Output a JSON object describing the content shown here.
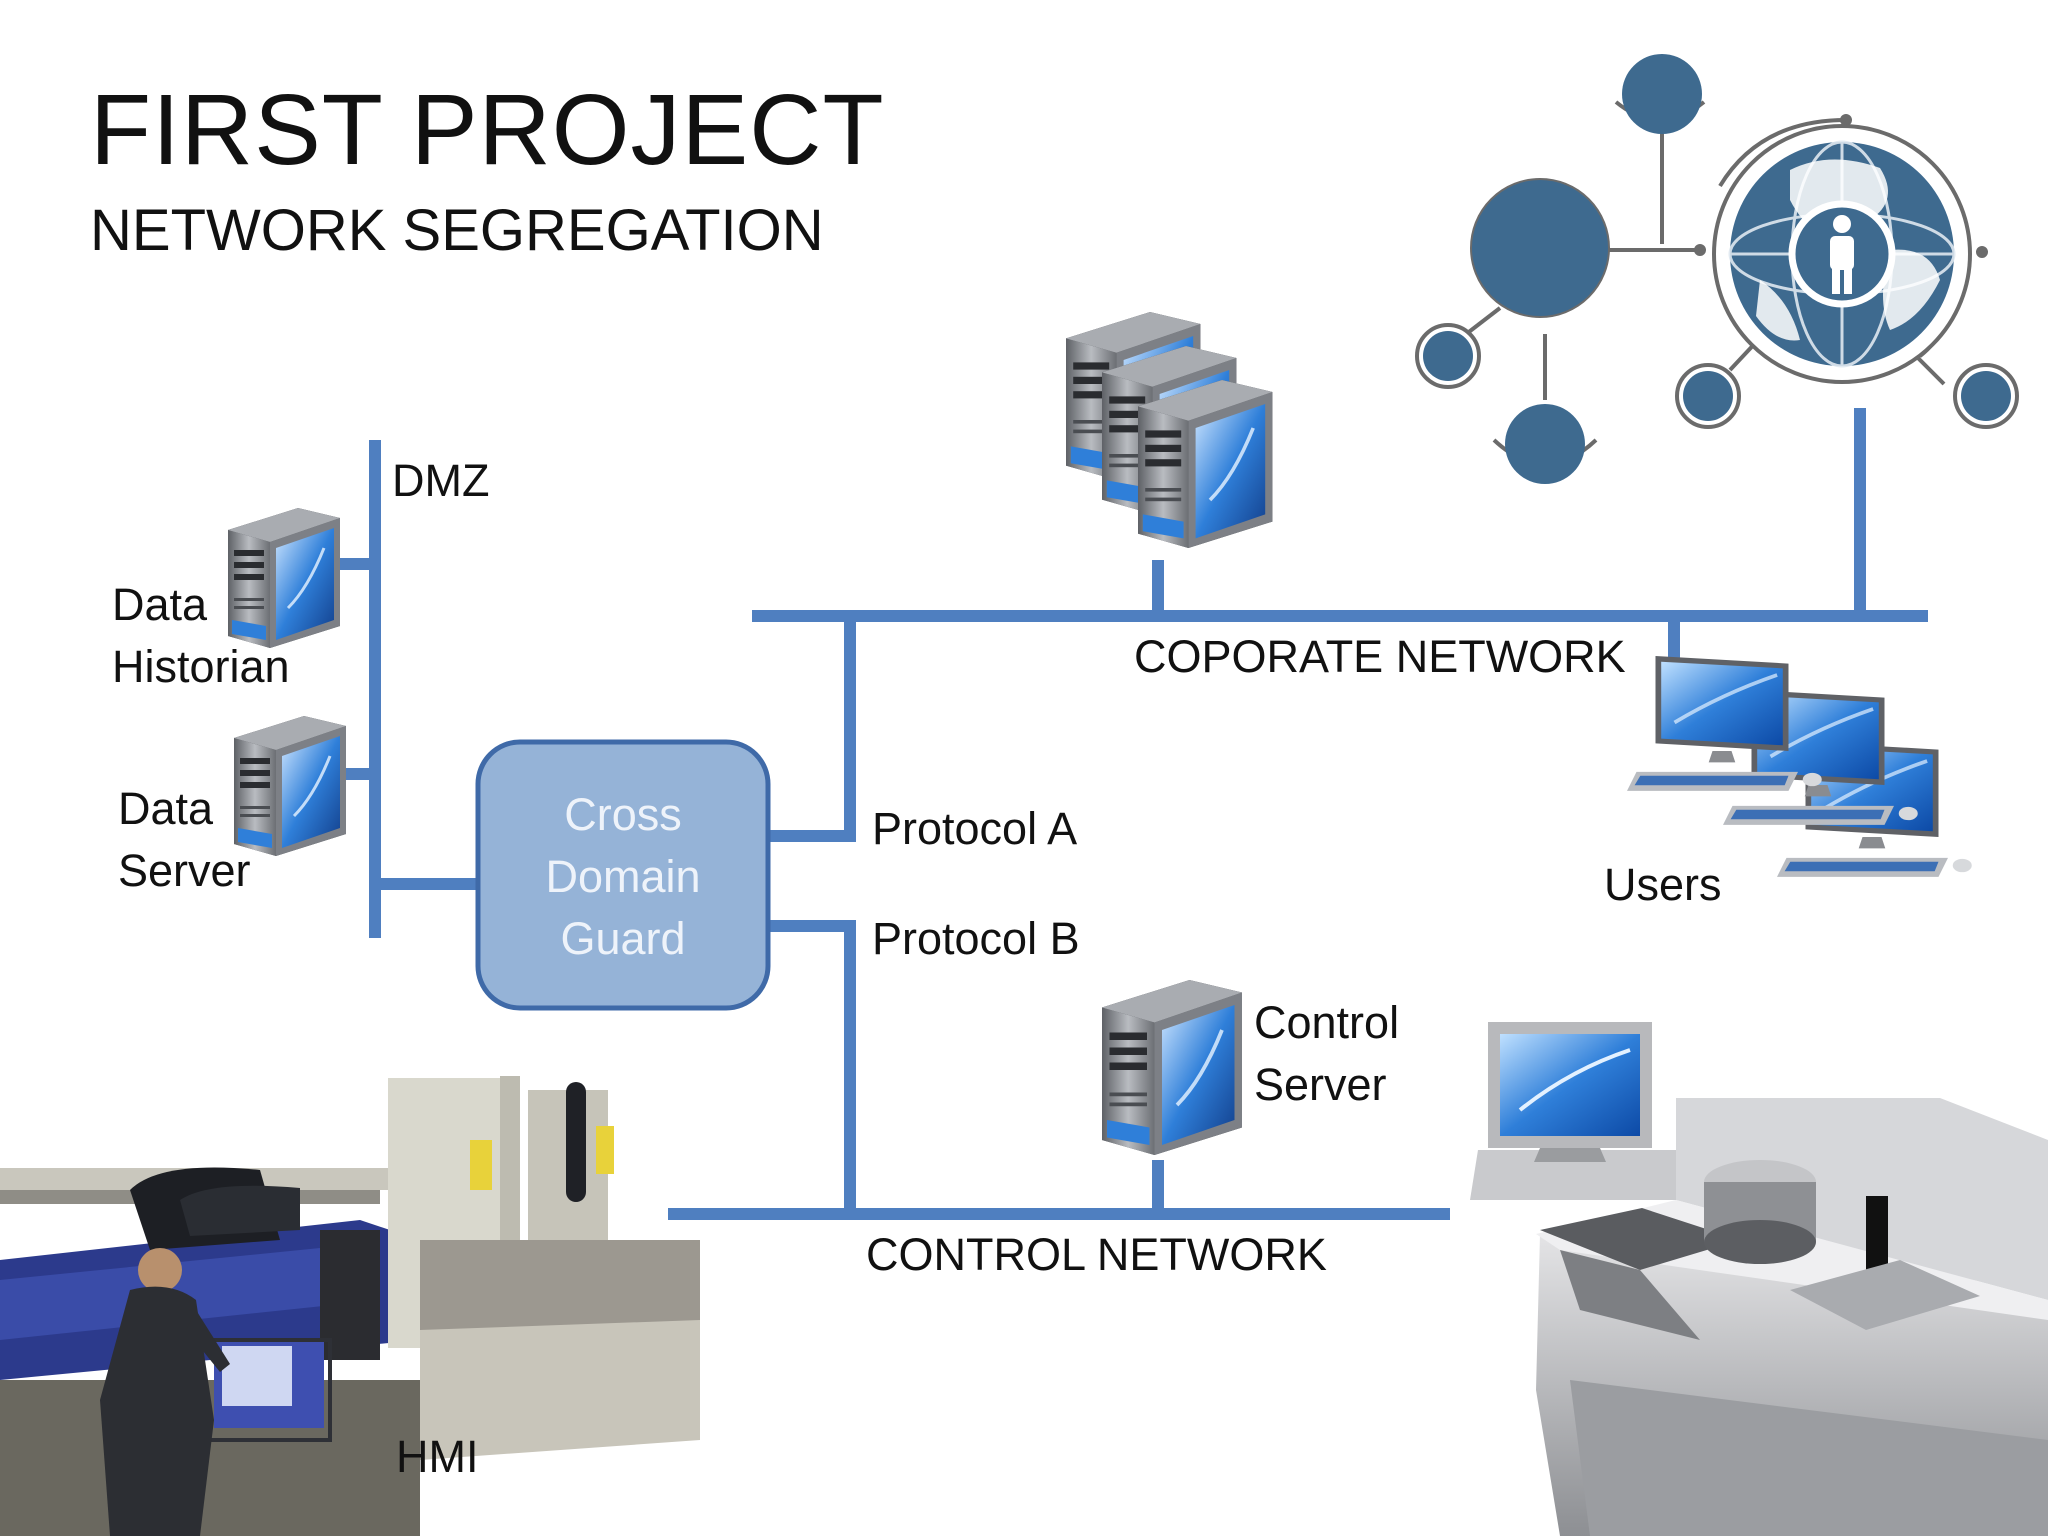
{
  "title": "FIRST PROJECT",
  "subtitle": "NETWORK SEGREGATION",
  "labels": {
    "dmz": "DMZ",
    "data_historian": [
      "Data",
      "Historian"
    ],
    "data_server": [
      "Data",
      "Server"
    ],
    "cross_domain_guard": [
      "Cross",
      "Domain",
      "Guard"
    ],
    "corporate_network": "COPORATE NETWORK",
    "protocol_a": "Protocol A",
    "protocol_b": "Protocol B",
    "users": "Users",
    "control_server": [
      "Control",
      "Server"
    ],
    "control_network": "CONTROL NETWORK",
    "hmi": "HMI"
  },
  "colors": {
    "network_line": "#4f7fc0",
    "guard_fill": "#95b3d7",
    "guard_border": "#3f6aa8",
    "guard_text": "#eef3fa",
    "globe_blue": "#3e6a8f",
    "globe_ring": "#6b6b6b",
    "monitor_blue": "#2f7fd9",
    "server_gray": "#8c8f94"
  },
  "icons": {
    "server": "server-tower-icon",
    "workstation": "desktop-computer-icon",
    "globe": "globe-user-icon",
    "machine": "cnc-cutting-machine-icon",
    "control_device": "control-device-icon"
  }
}
